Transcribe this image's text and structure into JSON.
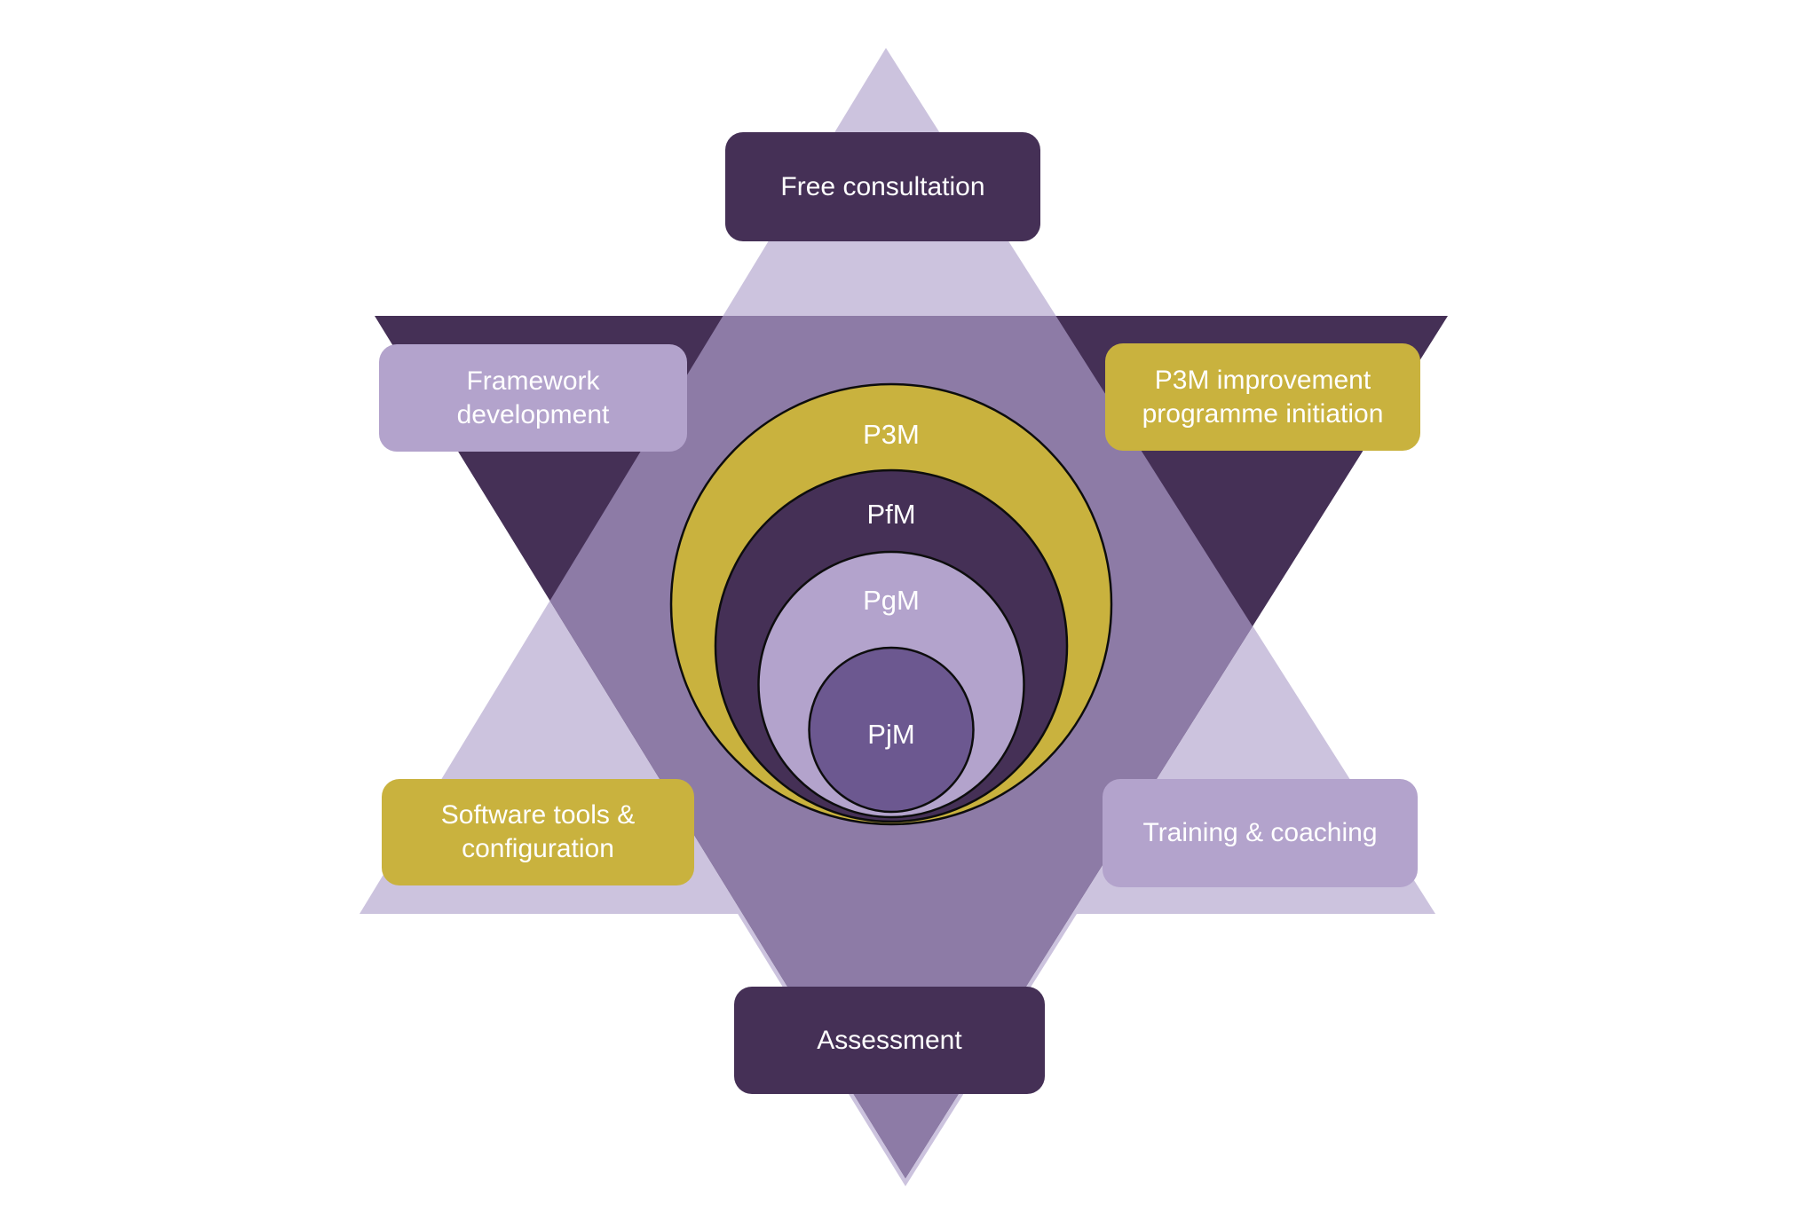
{
  "theme": {
    "dark": "#453056",
    "lavender": "#CCC3DE",
    "lavenderBox": "#B3A3CC",
    "medium": "#8D7BA6",
    "gold": "#C9B23E",
    "pjm": "#6C5890",
    "text": "#FFFFFF"
  },
  "circles": {
    "p3m": {
      "label": "P3M"
    },
    "pfm": {
      "label": "PfM"
    },
    "pgm": {
      "label": "PgM"
    },
    "pjm": {
      "label": "PjM"
    }
  },
  "boxes": {
    "free_consultation": {
      "label": "Free consultation"
    },
    "framework_development": {
      "label": "Framework development"
    },
    "p3m_improvement": {
      "label": "P3M improvement programme initiation"
    },
    "software_tools": {
      "label": "Software tools & configuration"
    },
    "training_coaching": {
      "label": "Training & coaching"
    },
    "assessment": {
      "label": "Assessment"
    }
  }
}
